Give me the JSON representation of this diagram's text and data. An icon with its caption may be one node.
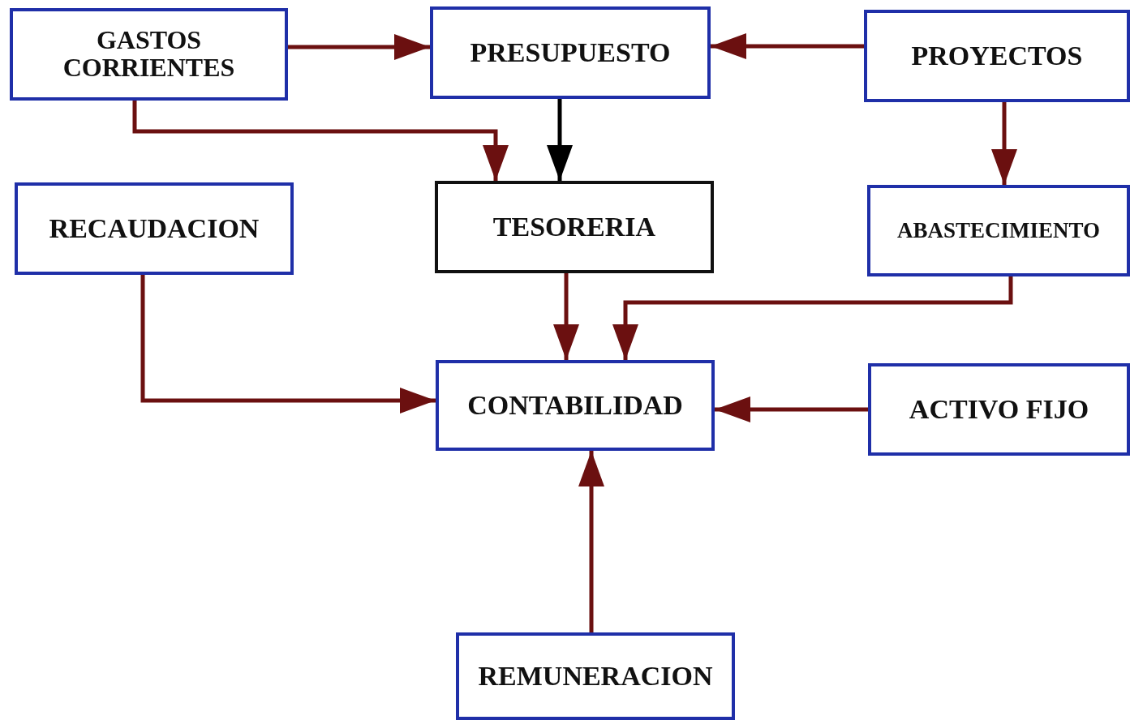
{
  "diagram": {
    "nodes": [
      {
        "text": [
          "GASTOS CORRIENTES"
        ]
      },
      {
        "text": [
          "PRESUPUESTO"
        ]
      },
      {
        "text": [
          "PROYECTOS"
        ]
      },
      {
        "text": [
          "RECAUDACION"
        ]
      },
      {
        "text": [
          "TESORERIA"
        ]
      },
      {
        "text": [
          "ABASTECIMIENTO"
        ]
      },
      {
        "text": [
          "CONTABILIDAD"
        ]
      },
      {
        "text": [
          "ACTIVO FIJO"
        ]
      },
      {
        "text": [
          "REMUNERACION"
        ]
      }
    ],
    "edges": [
      {
        "from": 0,
        "to": 1,
        "arrow": "to"
      },
      {
        "from": 2,
        "to": 1,
        "arrow": "to"
      },
      {
        "from": 0,
        "to": 4,
        "arrow": "to"
      },
      {
        "from": 1,
        "to": 4,
        "arrow": "to",
        "color": "#000000"
      },
      {
        "from": 2,
        "to": 5,
        "arrow": "to"
      },
      {
        "from": 4,
        "to": 6,
        "arrow": "to"
      },
      {
        "from": 5,
        "to": 6,
        "arrow": "to"
      },
      {
        "from": 3,
        "to": 6,
        "arrow": "to"
      },
      {
        "from": 7,
        "to": 6,
        "arrow": "to"
      },
      {
        "from": 8,
        "to": 6,
        "arrow": "to"
      }
    ]
  }
}
